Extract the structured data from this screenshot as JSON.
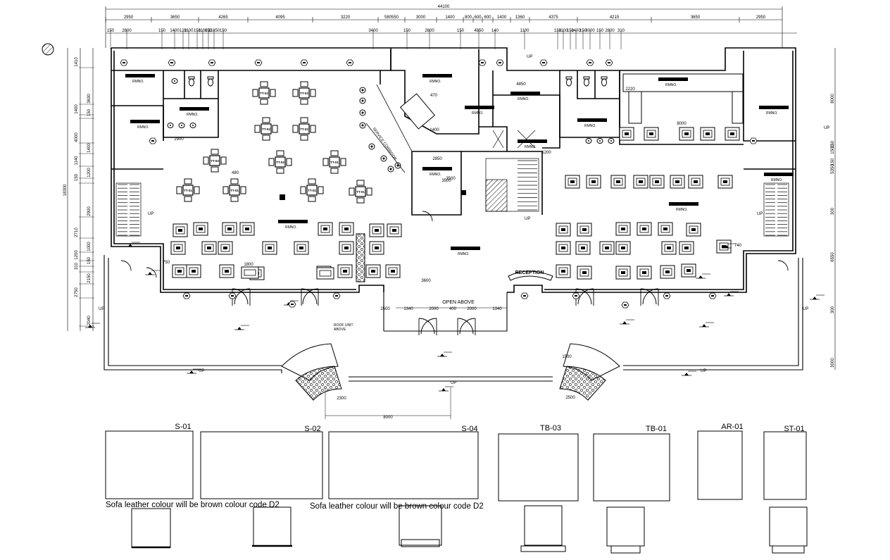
{
  "drawing": {
    "top_dimensions": {
      "overall": "44100",
      "row1": [
        "2950",
        "3650",
        "4265",
        "4095",
        "3220",
        "580550",
        "3000",
        "1400",
        "800",
        "600",
        "600",
        "1400",
        "1360",
        "4375",
        "4215",
        "3650",
        "2950"
      ],
      "row2": [
        "150",
        "2800",
        "150",
        "1400",
        "120",
        "1100",
        "150",
        "1100",
        "150",
        "11850",
        "150",
        "3400",
        "150",
        "2800",
        "150",
        "4850",
        "140",
        "1100",
        "150",
        "1100",
        "150",
        "1400",
        "150",
        "8000",
        "150",
        "2800",
        "310"
      ]
    },
    "left_dimensions": {
      "overall": "18300",
      "items": [
        "1410",
        "3630",
        "1400",
        "150",
        "4000",
        "1400",
        "1140",
        "1200",
        "150",
        "2900",
        "2710",
        "1000",
        "1200",
        "150",
        "310",
        "2150",
        "2750",
        "2040"
      ]
    },
    "right_dimensions": [
      "8000",
      "150",
      "1500",
      "150",
      "5350",
      "300",
      "6550",
      "300",
      "3000"
    ],
    "labels": {
      "service_corridor": "SERVICE CORRIDOR",
      "reception": "RECEPTION",
      "open_above": "OPEN ABOVE",
      "roof_unit_above": [
        "ROOF UNIT",
        "ABOVE"
      ],
      "up": "UP",
      "rmno": "RMNO.",
      "table_tags": [
        "TT-02",
        "TT-02",
        "TT-02",
        "TT-02",
        "TT-02",
        "TT-02",
        "TT-01",
        "TT-01",
        "TT-01",
        "TT-01",
        "TT-01"
      ]
    },
    "inner_dimensions": {
      "entry": [
        "1340",
        "2000",
        "400",
        "2000",
        "1340"
      ],
      "bottom": "8000",
      "misc": [
        "4850",
        "2220",
        "8000",
        "2850",
        "1200",
        "3500",
        "1400",
        "2900",
        "1800",
        "2500",
        "2300",
        "1500",
        "2500",
        "3600",
        "740",
        "750",
        "3500",
        "480",
        "470"
      ]
    }
  },
  "furniture_schedule": [
    {
      "code": "S-01"
    },
    {
      "code": "S-02"
    },
    {
      "code": "S-04"
    },
    {
      "code": "TB-03"
    },
    {
      "code": "TB-01"
    },
    {
      "code": "AR-01"
    },
    {
      "code": "ST-01"
    }
  ],
  "notes": [
    "Sofa leather colour will be brown colour code D2",
    "Sofa leather colour will be brown colour code D2"
  ]
}
